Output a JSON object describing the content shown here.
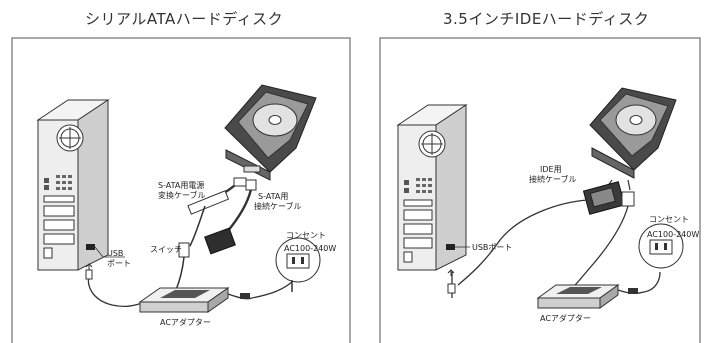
{
  "left_panel": {
    "title": "シリアルATAハードディスク",
    "labels": {
      "power_cable": [
        "S-ATA用電源",
        "変換ケーブル"
      ],
      "data_cable": [
        "S-ATA用",
        "接続ケーブル"
      ],
      "switch": "スイッチ",
      "usb_port": [
        "USB",
        "ポート"
      ],
      "outlet": "コンセント",
      "voltage": "AC100-240W",
      "adapter": "ACアダプター"
    }
  },
  "right_panel": {
    "title": "3.5インチIDEハードディスク",
    "labels": {
      "ide_cable": [
        "IDE用",
        "接続ケーブル"
      ],
      "outlet": "コンセント",
      "voltage": "AC100-240W",
      "usb_port": "USBポート",
      "adapter": "ACアダプター"
    }
  }
}
